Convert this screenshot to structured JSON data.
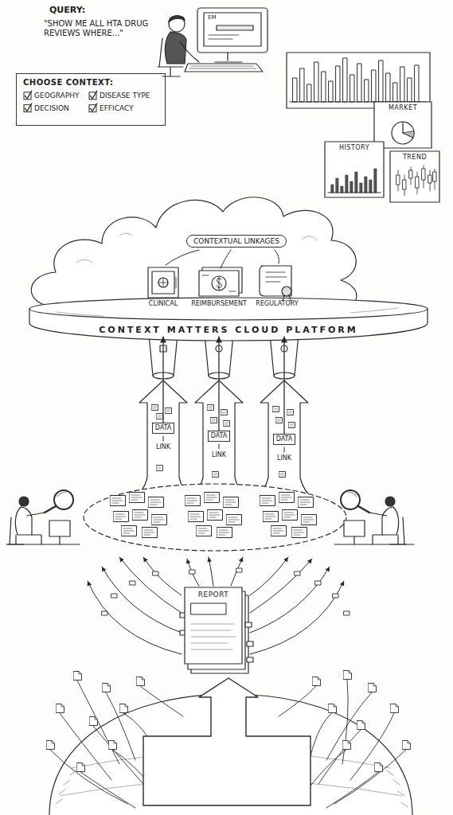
{
  "diagram": {
    "nodes": [
      {
        "text": [
          "CHOOSE CONTEXT:",
          "GEOGRAPHY",
          "DISEASE TYPE",
          "DECISION",
          "EFFICACY"
        ]
      },
      {
        "text": [
          "MARKET"
        ]
      },
      {
        "text": [
          "HISTORY"
        ]
      },
      {
        "text": [
          "TREND"
        ]
      },
      {
        "text": [
          "CONTEXTUAL LINKAGES"
        ]
      },
      {
        "text": [
          "CONTEXT MATTERS CLOUD PLATFORM"
        ]
      },
      {
        "text": [
          "DATA"
        ]
      },
      {
        "text": [
          "DATA"
        ]
      },
      {
        "text": [
          "DATA"
        ]
      },
      {
        "text": [
          "REPORT"
        ]
      }
    ],
    "edges": [
      {
        "from": 6,
        "to": 5,
        "arrow": "to"
      },
      {
        "from": 7,
        "to": 5,
        "arrow": "to"
      },
      {
        "from": 8,
        "to": 5,
        "arrow": "to"
      }
    ],
    "labels": [
      "QUERY:",
      "\"SHOW ME ALL HTA DRUG REVIEWS WHERE...\"",
      "EM",
      "CLINICAL",
      "REIMBURSEMENT",
      "REGULATORY",
      "LINK",
      "LINK",
      "LINK"
    ]
  }
}
